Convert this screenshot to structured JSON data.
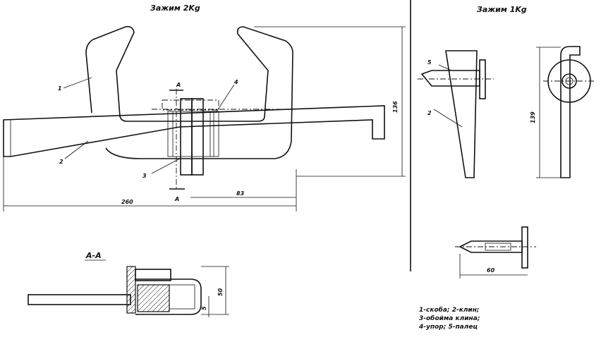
{
  "titles": {
    "clamp_2kg": "Зажим 2Kg",
    "clamp_1kg": "Зажим 1Kg",
    "section": "A-A"
  },
  "labels": {
    "p1": "1",
    "p2": "2",
    "p3": "3",
    "p4": "4",
    "p5": "5",
    "p2b": "2",
    "a_top": "A",
    "a_bottom": "A"
  },
  "dimensions": {
    "height_2kg": "136",
    "width_83": "83",
    "length_260": "260",
    "section_50": "50",
    "section_5": "5",
    "height_1kg": "139",
    "pin_60": "60"
  },
  "legend": [
    "1-скоба; 2-клин;",
    "3-обойма клина;",
    "4-упор; 5-палец"
  ]
}
